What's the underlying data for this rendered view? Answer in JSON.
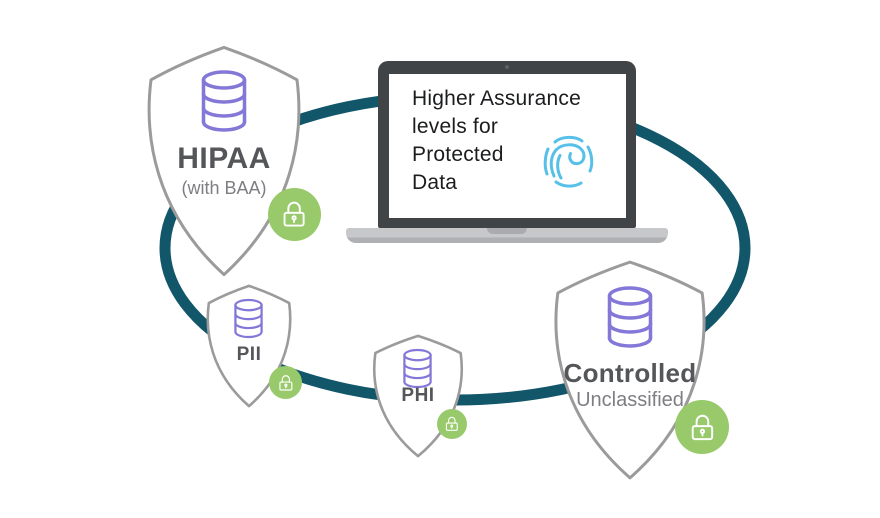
{
  "diagram_title": "Higher Assurance levels for Protected Data",
  "laptop": {
    "screen_lines": [
      "Higher Assurance",
      "levels for",
      "Protected",
      "Data"
    ],
    "icon": "fingerprint"
  },
  "shields": [
    {
      "id": "hipaa",
      "label": "HIPAA",
      "sublabel": "(with BAA)",
      "icons": [
        "database",
        "lock"
      ]
    },
    {
      "id": "pii",
      "label": "PII",
      "sublabel": "",
      "icons": [
        "database",
        "lock"
      ]
    },
    {
      "id": "phi",
      "label": "PHI",
      "sublabel": "",
      "icons": [
        "database",
        "lock"
      ]
    },
    {
      "id": "controlled",
      "label": "Controlled",
      "sublabel": "Unclassified",
      "icons": [
        "database",
        "lock"
      ]
    }
  ],
  "colors": {
    "ring_teal": "#12566A",
    "shield_stroke": "#9B9B9B",
    "database_purple": "#8377D8",
    "lock_green": "#98C96A",
    "label_dark": "#55565A",
    "label_light": "#7D7E82",
    "screen_text": "#1B1C1E",
    "laptop_frame": "#414447",
    "laptop_base": "#C6C8CA",
    "fingerprint_blue": "#57C0E8"
  }
}
